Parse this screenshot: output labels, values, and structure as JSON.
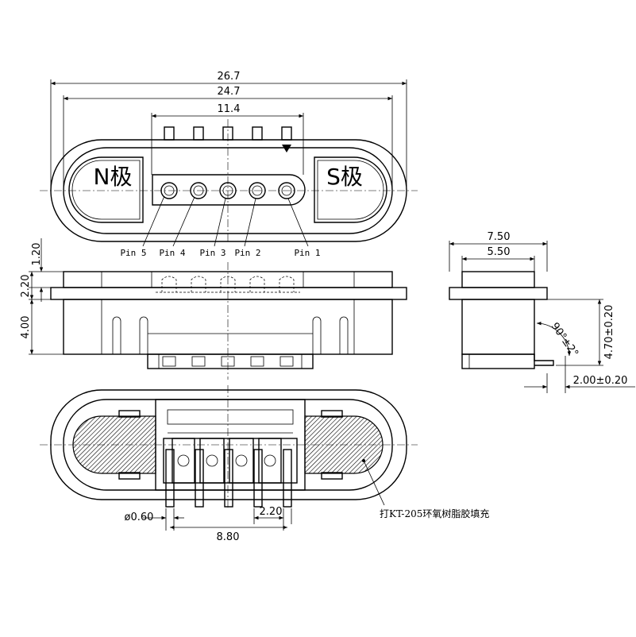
{
  "dimensions": {
    "overall_width": "26.7",
    "body_width": "24.7",
    "pin_span_top": "11.4",
    "height_top": "1.20",
    "height_mid": "2.20",
    "height_body": "4.00",
    "side_overall_width": "7.50",
    "side_inner_width": "5.50",
    "side_height": "4.70±0.20",
    "side_angle": "90°±2°",
    "side_offset": "2.00±0.20",
    "pin_diameter": "ø0.60",
    "pin_span_bottom": "8.80",
    "pin_pitch": "2.20"
  },
  "pins": [
    "Pin 5",
    "Pin 4",
    "Pin 3",
    "Pin 2",
    "Pin 1"
  ],
  "poles": {
    "north": "N极",
    "south": "S极"
  },
  "note": "打KT-205环氧树脂胶填充",
  "colors": {
    "line": "#000000",
    "background": "#ffffff",
    "hatch": "#000000"
  }
}
